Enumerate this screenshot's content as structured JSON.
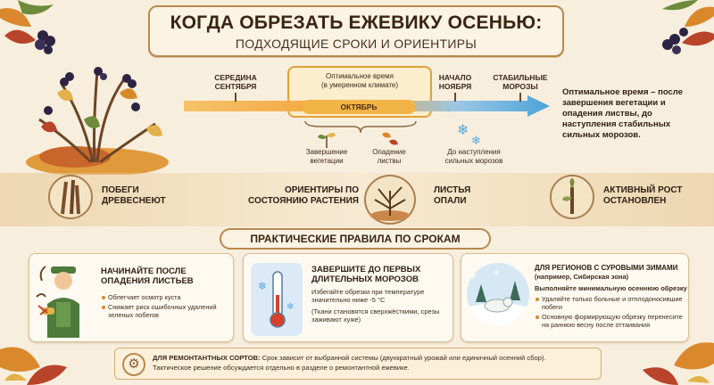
{
  "title": {
    "main": "КОГДА ОБРЕЗАТЬ ЕЖЕВИКУ ОСЕНЬЮ:",
    "sub": "ПОДХОДЯЩИЕ СРОКИ И ОРИЕНТИРЫ"
  },
  "timeline": {
    "mid_september": [
      "СЕРЕДИНА",
      "СЕНТЯБРЯ"
    ],
    "optimal_title": "Оптимальное время",
    "optimal_note": "(в умеренном климате)",
    "month": "ОКТЯБРЬ",
    "early_november": [
      "НАЧАЛО",
      "НОЯБРЯ"
    ],
    "stable_frosts": [
      "СТАБИЛЬНЫЕ",
      "МОРОЗЫ"
    ],
    "end_vegetation": [
      "Завершение",
      "вегетации"
    ],
    "leaf_fall": [
      "Опадение",
      "листвы"
    ],
    "before_frosts": [
      "До наступления",
      "сильных морозов"
    ]
  },
  "side_note": "Оптимальное время – после завершения вегетации и опадения листвы, до наступления стабильных сильных морозов.",
  "indicators": {
    "woody": [
      "ПОБЕГИ",
      "ДРЕВЕСНЕЮТ"
    ],
    "center": [
      "ОРИЕНТИРЫ ПО",
      "СОСТОЯНИЮ РАСТЕНИЯ"
    ],
    "leaves": [
      "ЛИСТЬЯ",
      "ОПАЛИ"
    ],
    "growth": [
      "АКТИВНЫЙ РОСТ",
      "ОСТАНОВЛЕН"
    ]
  },
  "rules_header": "ПРАКТИЧЕСКИЕ ПРАВИЛА ПО СРОКАМ",
  "cards": [
    {
      "title": [
        "НАЧИНАЙТЕ ПОСЛЕ",
        "ОПАДЕНИЯ ЛИСТЬЕВ"
      ],
      "bullets": [
        "Облегчает осмотр куста",
        "Снижает риск ошибочных удалений зеленых побегов"
      ]
    },
    {
      "title": [
        "ЗАВЕРШИТЕ ДО ПЕРВЫХ",
        "ДЛИТЕЛЬНЫХ МОРОЗОВ"
      ],
      "text": "Избегайте обрезки при температуре значительно ниже -5 °C",
      "note": "(Ткани становятся сверхжёсткими, срезы заживают хуже)"
    },
    {
      "title": "ДЛЯ РЕГИОНОВ С СУРОВЫМИ ЗИМАМИ",
      "subtitle": "(например, Сибирская зона)",
      "lead": "Выполняйте минимальную осеннюю обрезку",
      "bullets": [
        "Удаляйте только больные и отплодоносившие побеги",
        "Основную формирующую обрезку перенесите на раннюю весну после оттаивания"
      ]
    }
  ],
  "footer": {
    "label": "ДЛЯ РЕМОНТАНТНЫХ СОРТОВ:",
    "text": "Срок зависит от выбранной системы (двухкратный урожай или единичный осенний сбор).",
    "text2": "Тактическое решение обсуждается отдельно в разделе о ремонтантной ежевике."
  },
  "colors": {
    "accent": "#f2b446",
    "arrow_start": "#f2a33a",
    "arrow_end": "#4aa3d8",
    "border": "#b8894f"
  }
}
